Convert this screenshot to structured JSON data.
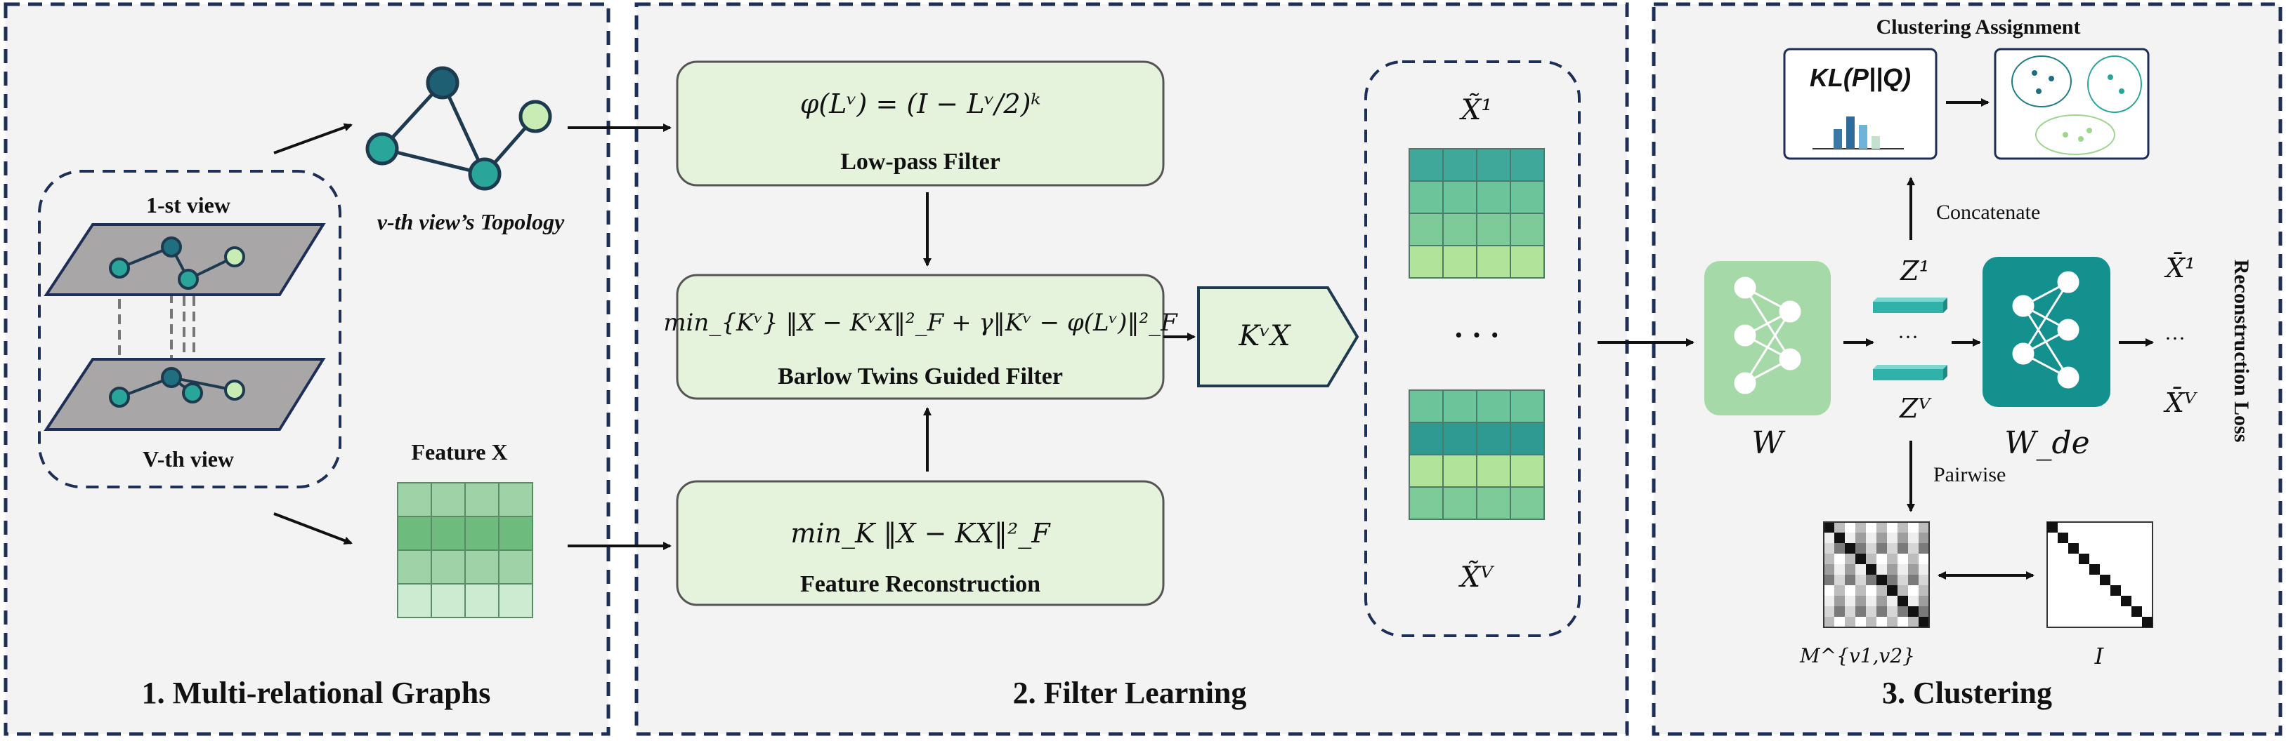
{
  "panels": {
    "graphs": {
      "title": "1. Multi-relational Graphs",
      "first_view": "1-st view",
      "vth_view": "V-th view",
      "topology_label": "v-th view’s Topology",
      "feature_label": "Feature X"
    },
    "filter": {
      "title": "2. Filter Learning",
      "lowpass_eq": "φ(Lᵛ) = (I − Lᵛ/2)ᵏ",
      "lowpass_label": "Low-pass Filter",
      "barlow_eq": "min_{Kᵛ} ‖X − KᵛX‖²_F + γ‖Kᵛ − φ(Lᵛ)‖²_F",
      "barlow_label": "Barlow Twins Guided Filter",
      "recon_eq": "min_K ‖X − KX‖²_F",
      "recon_label": "Feature Reconstruction",
      "kvx": "KᵛX",
      "x_tilde_1": "X̃¹",
      "x_tilde_v": "X̃ⱽ",
      "dots": "· · ·"
    },
    "clustering": {
      "title": "3. Clustering",
      "assignment_title": "Clustering Assignment",
      "kl": "KL(P||Q)",
      "concatenate": "Concatenate",
      "pairwise": "Pairwise",
      "encoder": "W",
      "decoder": "W_de",
      "z1": "Z¹",
      "zv": "Zⱽ",
      "z_dots": "···",
      "xbar_1": "X̄¹",
      "xbar_v": "X̄ⱽ",
      "xbar_dots": "···",
      "recon_loss": "Reconstruction Loss",
      "m_label": "M^{v1,v2}",
      "i_label": "I"
    }
  },
  "colors": {
    "panel_bg": "#f3f3f3",
    "dash": "#1e2f57",
    "box_fill": "#e5f2dc",
    "teal": "#2aa59a",
    "light_green": "#b8e4a8",
    "dark_teal": "#1f5f73"
  }
}
